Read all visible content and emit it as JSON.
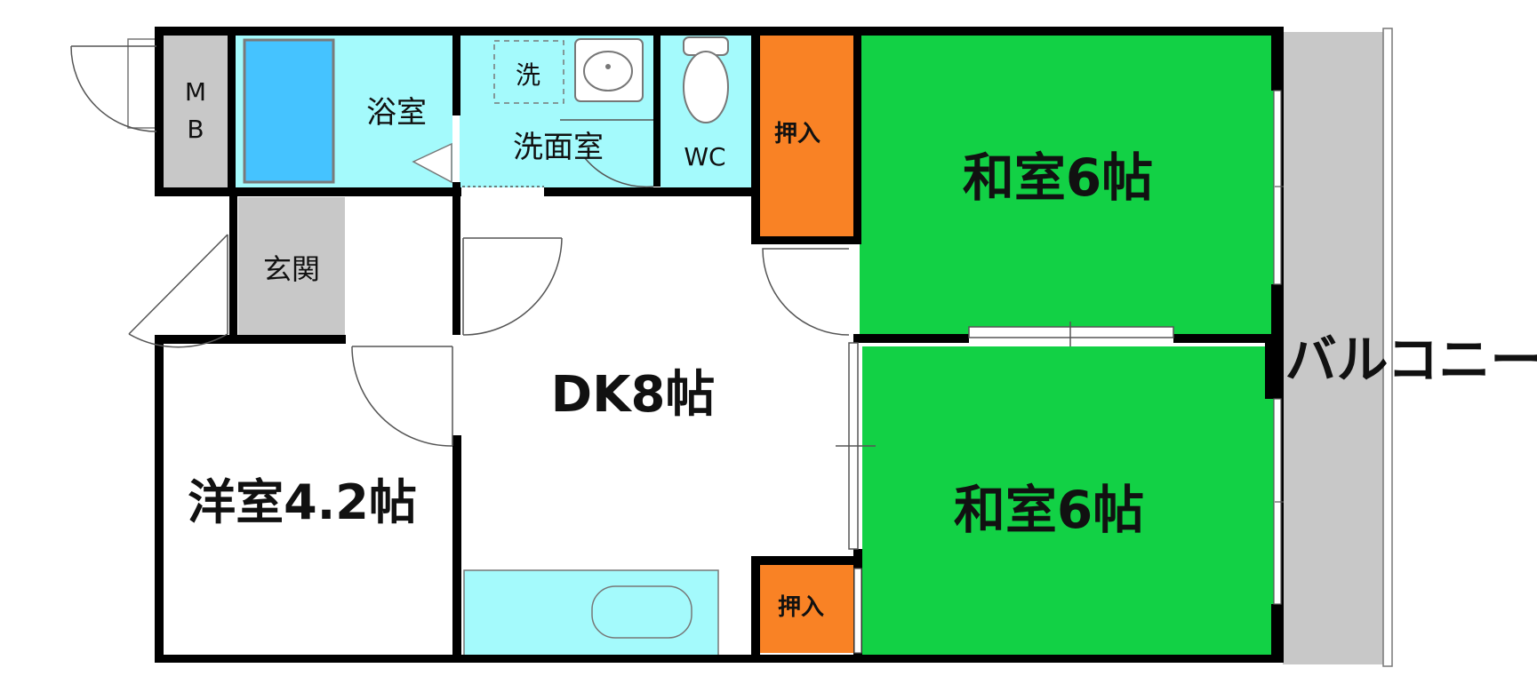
{
  "rooms": {
    "mb_line1": "M",
    "mb_line2": "B",
    "bath": "浴室",
    "washer": "洗",
    "washroom": "洗面室",
    "wc": "WC",
    "closet_top": "押入",
    "washitsu_top": "和室6帖",
    "genkan": "玄関",
    "dk": "DK8帖",
    "balcony": "バルコニー",
    "washitsu_bottom": "和室6帖",
    "youshitsu": "洋室4.2帖",
    "closet_bottom": "押入"
  },
  "colors": {
    "tatami": "#12d145",
    "closet": "#f98225",
    "water": "#a4fafc",
    "tub": "#45c3ff",
    "grey": "#c8c8c8",
    "wall": "#000000"
  }
}
